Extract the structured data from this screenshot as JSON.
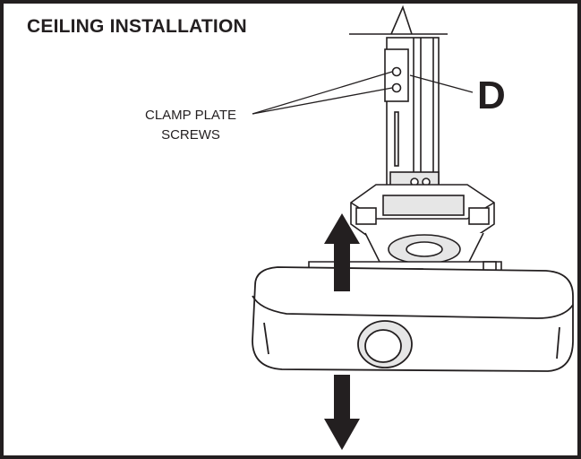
{
  "diagram": {
    "title": "CEILING INSTALLATION",
    "callouts": {
      "clamp_plate_line1": "CLAMP PLATE",
      "clamp_plate_line2": "SCREWS",
      "part_letter": "D"
    },
    "arrows": [
      "up",
      "down"
    ]
  },
  "colors": {
    "ink": "#231f20",
    "paper": "#ffffff",
    "shade": "#e6e6e6"
  }
}
